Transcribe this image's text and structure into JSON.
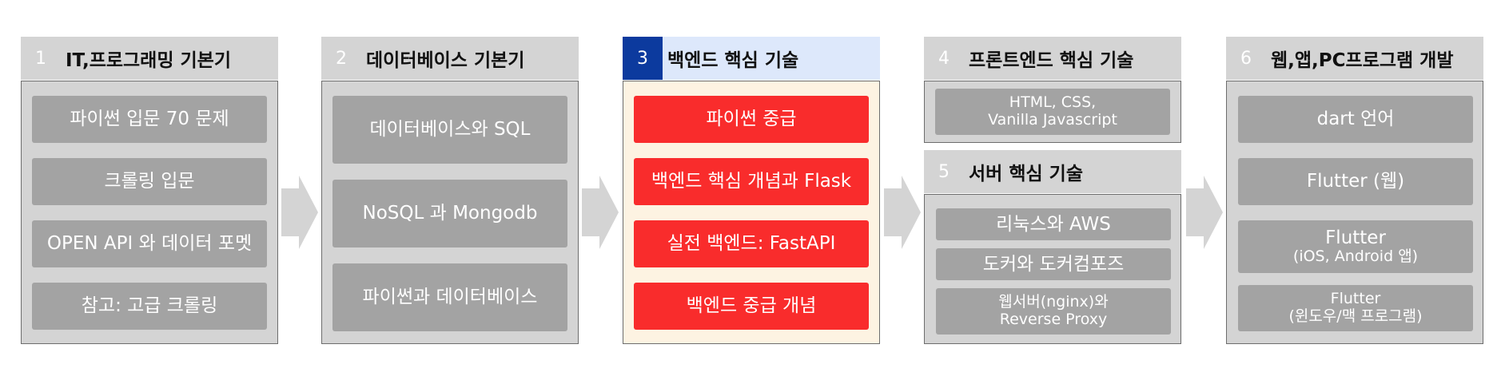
{
  "colors": {
    "panel_bg": "#d4d4d4",
    "item_bg": "#a3a3a3",
    "item_highlight": "#f92c2c",
    "active_number_bg": "#0c3a9e",
    "active_header_bg": "#dde8fb",
    "active_panel_bg": "#fdf3e2",
    "arrow": "#d4d4d4"
  },
  "stages": [
    {
      "number": "1",
      "title": "IT,프로그래밍 기본기",
      "items": [
        {
          "main": "파이썬 입문 70 문제"
        },
        {
          "main": "크롤링 입문"
        },
        {
          "main": "OPEN API 와 데이터 포멧"
        },
        {
          "main": "참고: 고급 크롤링"
        }
      ]
    },
    {
      "number": "2",
      "title": "데이터베이스 기본기",
      "items": [
        {
          "main": "데이터베이스와 SQL"
        },
        {
          "main": "NoSQL 과 Mongodb"
        },
        {
          "main": "파이썬과 데이터베이스"
        }
      ]
    },
    {
      "number": "3",
      "title": "백엔드 핵심 기술",
      "items": [
        {
          "main": "파이썬 중급"
        },
        {
          "main": "백엔드 핵심 개념과 Flask"
        },
        {
          "main": "실전 백엔드: FastAPI"
        },
        {
          "main": "백엔드 중급 개념"
        }
      ]
    },
    {
      "number": "4",
      "title": "프론트엔드 핵심 기술",
      "items": [
        {
          "main": "HTML, CSS,",
          "sub": "Vanilla Javascript"
        }
      ]
    },
    {
      "number": "5",
      "title": "서버 핵심 기술",
      "items": [
        {
          "main": "리눅스와 AWS"
        },
        {
          "main": "도커와 도커컴포즈"
        },
        {
          "main": "웹서버(nginx)와",
          "sub": "Reverse Proxy"
        }
      ]
    },
    {
      "number": "6",
      "title": "웹,앱,PC프로그램 개발",
      "items": [
        {
          "main": "dart 언어"
        },
        {
          "main": "Flutter (웹)"
        },
        {
          "main": "Flutter",
          "sub": "(iOS, Android 앱)"
        },
        {
          "main": "Flutter",
          "sub": "(윈도우/맥 프로그램)"
        }
      ]
    }
  ]
}
